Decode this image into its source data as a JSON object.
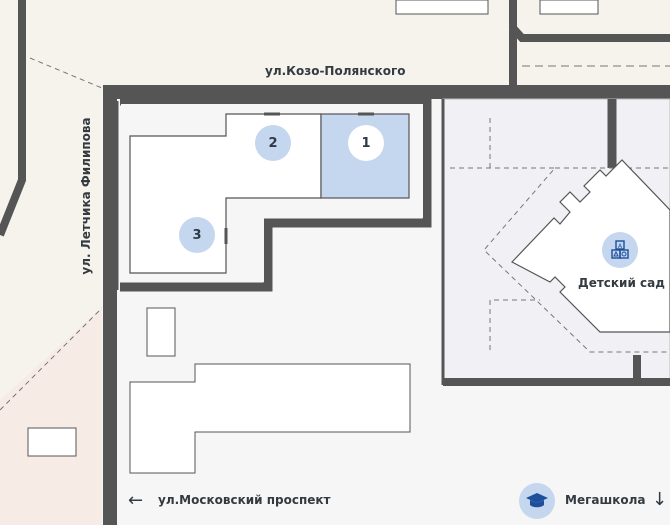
{
  "streets": {
    "top": "ул.Козо-Полянского",
    "left": "ул. Летчика Филипова",
    "bottom": "ул.Московский проспект"
  },
  "buildings": {
    "section_1": "1",
    "section_2": "2",
    "section_3": "3",
    "selected_section": "1"
  },
  "kindergarten": {
    "label": "Детский сад",
    "icon": "toy-blocks-icon"
  },
  "school": {
    "label": "Мегашкола",
    "icon": "graduation-cap-icon"
  },
  "directions": {
    "bottom_street_arrow": "←",
    "school_arrow": "↓"
  },
  "colors": {
    "background": "#f5f3ec",
    "block_fill": "#f5f5f5",
    "kindergarten_fill": "#f1f1f5",
    "road": "#555555",
    "selected_section": "#c5d6ef",
    "marker": "#c5d6ef"
  }
}
